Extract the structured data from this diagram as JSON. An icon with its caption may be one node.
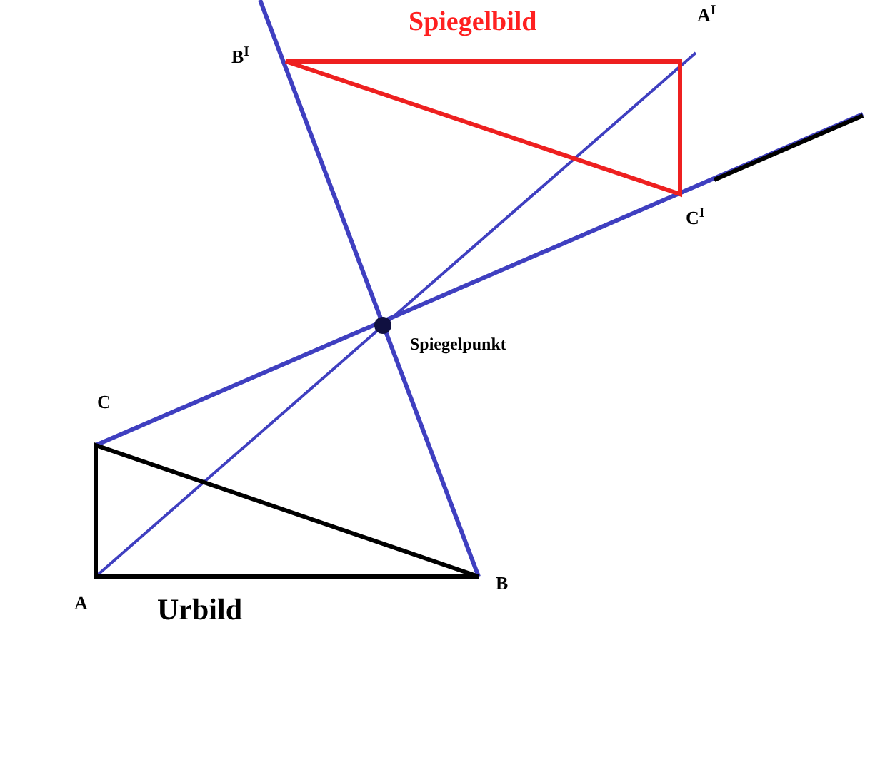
{
  "diagram": {
    "labels": [
      "Spiegelbild",
      "B$^{I}$",
      "A$^{I}$",
      "C$^{I}$",
      "Spiegelpunkt",
      "C",
      "A",
      "B",
      "Urbild"
    ]
  }
}
